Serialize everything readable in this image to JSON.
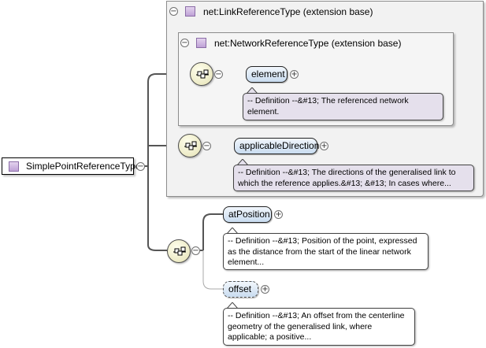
{
  "root": {
    "label": "SimplePointReferenceType",
    "icon": "complex-type-icon"
  },
  "link_reference": {
    "title": "net:LinkReferenceType (extension base)"
  },
  "network_reference": {
    "title": "net:NetworkReferenceType (extension base)"
  },
  "elements": {
    "element": {
      "label": "element",
      "doc": "-- Definition --&#13; The referenced network element."
    },
    "applicable_direction": {
      "label": "applicableDirection",
      "doc": "-- Definition --&#13; The directions of the generalised link to which the reference applies.&#13; &#13; In cases where..."
    },
    "at_position": {
      "label": "atPosition",
      "doc": "-- Definition --&#13; Position of the point, expressed as the distance from the start of the linear network element..."
    },
    "offset": {
      "label": "offset",
      "doc": "-- Definition --&#13; An offset from the centerline geometry of the generalised link, where applicable; a positive..."
    }
  },
  "glyphs": {
    "collapse": "−",
    "expand": "+"
  },
  "icons": [
    "complex-type-icon",
    "sequence-compositor-icon",
    "collapse-icon",
    "expand-icon"
  ],
  "colors": {
    "element_fill_top": "#f2f7fc",
    "element_fill_bottom": "#c9dcf0",
    "doc_lilac": "#e5e0ec",
    "extension_bg": "#f2f2f2",
    "connector": "#555555"
  }
}
